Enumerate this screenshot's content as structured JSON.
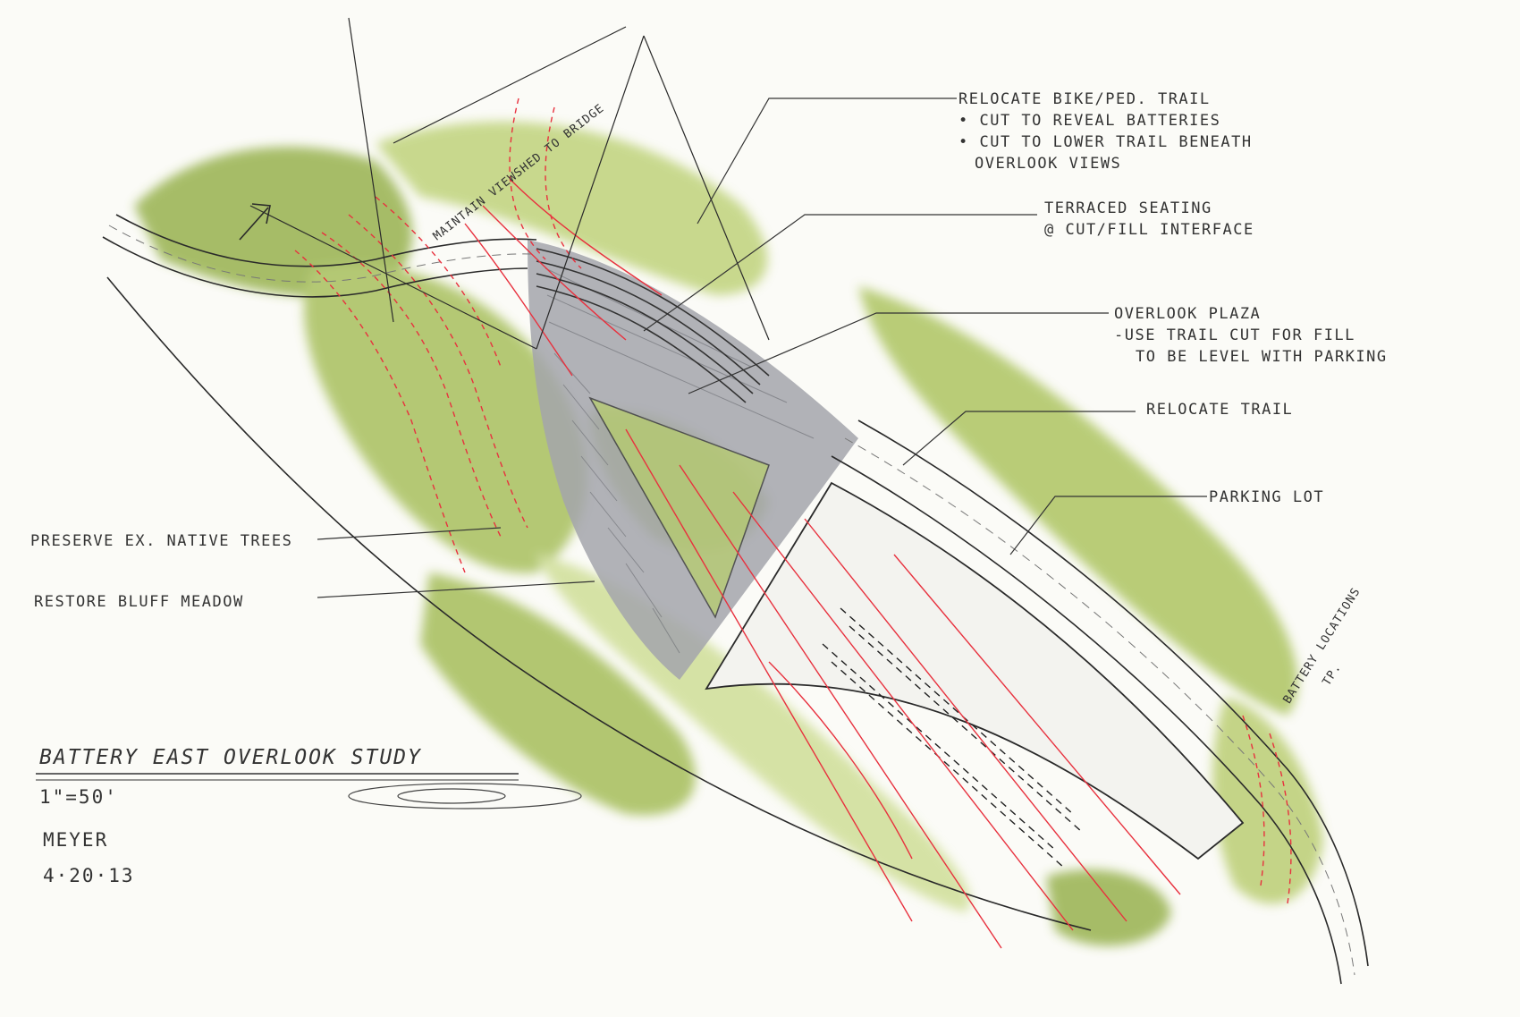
{
  "title": "BATTERY EAST OVERLOOK STUDY",
  "scale": "1\"=50'",
  "author": "MEYER",
  "date": "4·20·13",
  "colors": {
    "vegetation": "#a9c24f",
    "vegetation_dark": "#7d9a2e",
    "paving": "#9fa1a8",
    "contour": "#e8313e",
    "linework": "#2a2a2a"
  },
  "annotations": {
    "relocate_bike_ped": "RELOCATE BIKE/PED. TRAIL",
    "cut_reveal": "• CUT TO REVEAL BATTERIES",
    "cut_lower_1": "• CUT TO LOWER TRAIL BENEATH",
    "cut_lower_2": "OVERLOOK VIEWS",
    "terraced_1": "TERRACED SEATING",
    "terraced_2": "@ CUT/FILL INTERFACE",
    "plaza_1": "OVERLOOK PLAZA",
    "plaza_2": "-USE TRAIL CUT FOR FILL",
    "plaza_3": "TO BE LEVEL WITH PARKING",
    "relocate_trail": "RELOCATE TRAIL",
    "parking_lot": "PARKING LOT",
    "preserve_trees": "PRESERVE EX. NATIVE TREES",
    "restore_meadow": "RESTORE BLUFF MEADOW",
    "viewshed": "MAINTAIN VIEWSHED TO BRIDGE",
    "battery_locations": "BATTERY LOCATIONS",
    "tp": "TP."
  }
}
